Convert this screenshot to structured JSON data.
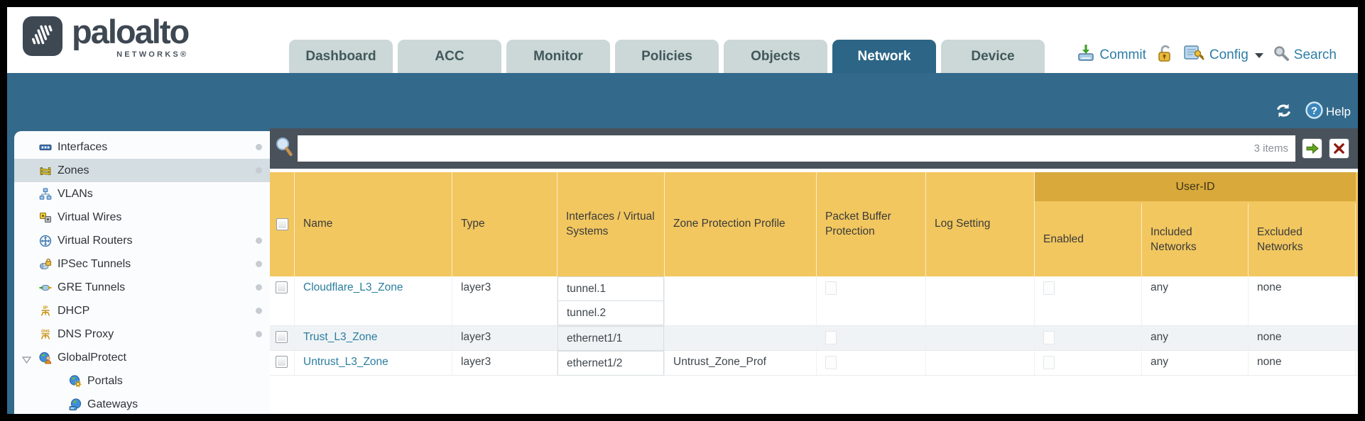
{
  "brand": {
    "name": "paloalto",
    "sub": "NETWORKS®"
  },
  "nav": {
    "tabs": [
      {
        "label": "Dashboard",
        "active": false
      },
      {
        "label": "ACC",
        "active": false
      },
      {
        "label": "Monitor",
        "active": false
      },
      {
        "label": "Policies",
        "active": false
      },
      {
        "label": "Objects",
        "active": false
      },
      {
        "label": "Network",
        "active": true
      },
      {
        "label": "Device",
        "active": false
      }
    ]
  },
  "utility": {
    "commit": "Commit",
    "config": "Config",
    "search": "Search"
  },
  "banner": {
    "help": "Help"
  },
  "sidebar": {
    "items": [
      {
        "label": "Interfaces",
        "icon": "interfaces-icon",
        "selected": false,
        "dot": true
      },
      {
        "label": "Zones",
        "icon": "zones-icon",
        "selected": true,
        "dot": true
      },
      {
        "label": "VLANs",
        "icon": "vlans-icon",
        "selected": false,
        "dot": false
      },
      {
        "label": "Virtual Wires",
        "icon": "virtual-wires-icon",
        "selected": false,
        "dot": false
      },
      {
        "label": "Virtual Routers",
        "icon": "virtual-routers-icon",
        "selected": false,
        "dot": true
      },
      {
        "label": "IPSec Tunnels",
        "icon": "ipsec-tunnels-icon",
        "selected": false,
        "dot": true
      },
      {
        "label": "GRE Tunnels",
        "icon": "gre-tunnels-icon",
        "selected": false,
        "dot": false
      },
      {
        "label": "DHCP",
        "icon": "dhcp-icon",
        "selected": false,
        "dot": true
      },
      {
        "label": "DNS Proxy",
        "icon": "dns-proxy-icon",
        "selected": false,
        "dot": true
      },
      {
        "label": "GlobalProtect",
        "icon": "globalprotect-icon",
        "selected": false,
        "dot": false,
        "expandable": true
      },
      {
        "label": "Portals",
        "icon": "portals-icon",
        "selected": false,
        "dot": false,
        "child": true
      },
      {
        "label": "Gateways",
        "icon": "gateways-icon",
        "selected": false,
        "dot": false,
        "child": true
      }
    ]
  },
  "filter": {
    "value": "",
    "count": "3 items"
  },
  "table": {
    "group_header": "User-ID",
    "columns": {
      "name": "Name",
      "type": "Type",
      "interfaces": "Interfaces / Virtual Systems",
      "zone_protection_profile": "Zone Protection Profile",
      "packet_buffer_protection": "Packet Buffer Protection",
      "log_setting": "Log Setting",
      "enabled": "Enabled",
      "included_networks": "Included Networks",
      "excluded_networks": "Excluded Networks"
    },
    "rows": [
      {
        "name": "Cloudflare_L3_Zone",
        "type": "layer3",
        "interfaces": [
          "tunnel.1",
          "tunnel.2"
        ],
        "zone_protection_profile": "",
        "log_setting": "",
        "included_networks": "any",
        "excluded_networks": "none"
      },
      {
        "name": "Trust_L3_Zone",
        "type": "layer3",
        "interfaces": [
          "ethernet1/1"
        ],
        "zone_protection_profile": "",
        "log_setting": "",
        "included_networks": "any",
        "excluded_networks": "none"
      },
      {
        "name": "Untrust_L3_Zone",
        "type": "layer3",
        "interfaces": [
          "ethernet1/2"
        ],
        "zone_protection_profile": "Untrust_Zone_Prof",
        "log_setting": "",
        "included_networks": "any",
        "excluded_networks": "none"
      }
    ]
  },
  "colors": {
    "accent_teal": "#2c6585",
    "band_teal": "#33698b",
    "filter_bar": "#49525b",
    "header_gold": "#f2c75f",
    "group_gold": "#d9a93c",
    "link": "#2a7e9e"
  }
}
